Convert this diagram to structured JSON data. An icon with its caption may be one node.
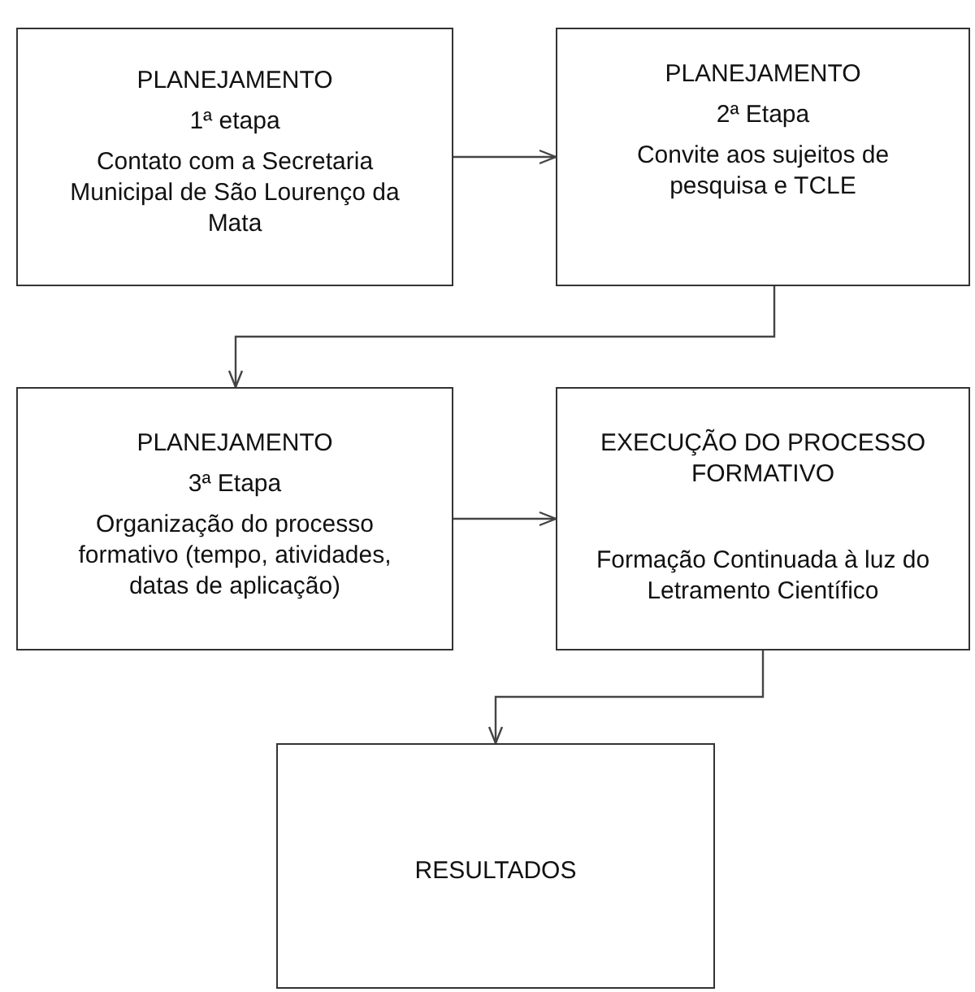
{
  "diagram": {
    "nodes": [
      {
        "text": [
          "PLANEJAMENTO",
          "1ª etapa",
          "Contato com a Secretaria Municipal de São Lourenço da Mata"
        ]
      },
      {
        "text": [
          "PLANEJAMENTO",
          "2ª Etapa",
          "Convite aos sujeitos de pesquisa e TCLE"
        ]
      },
      {
        "text": [
          "PLANEJAMENTO",
          "3ª Etapa",
          "Organização do processo formativo (tempo, atividades, datas de aplicação)"
        ]
      },
      {
        "text": [
          "EXECUÇÃO DO PROCESSO FORMATIVO",
          "Formação Continuada à luz do Letramento Científico"
        ]
      },
      {
        "text": [
          "RESULTADOS"
        ]
      }
    ],
    "edges": [
      {
        "from": 0,
        "to": 1,
        "arrow": "to"
      },
      {
        "from": 1,
        "to": 2,
        "arrow": "to"
      },
      {
        "from": 2,
        "to": 3,
        "arrow": "to"
      },
      {
        "from": 3,
        "to": 4,
        "arrow": "to"
      }
    ]
  }
}
